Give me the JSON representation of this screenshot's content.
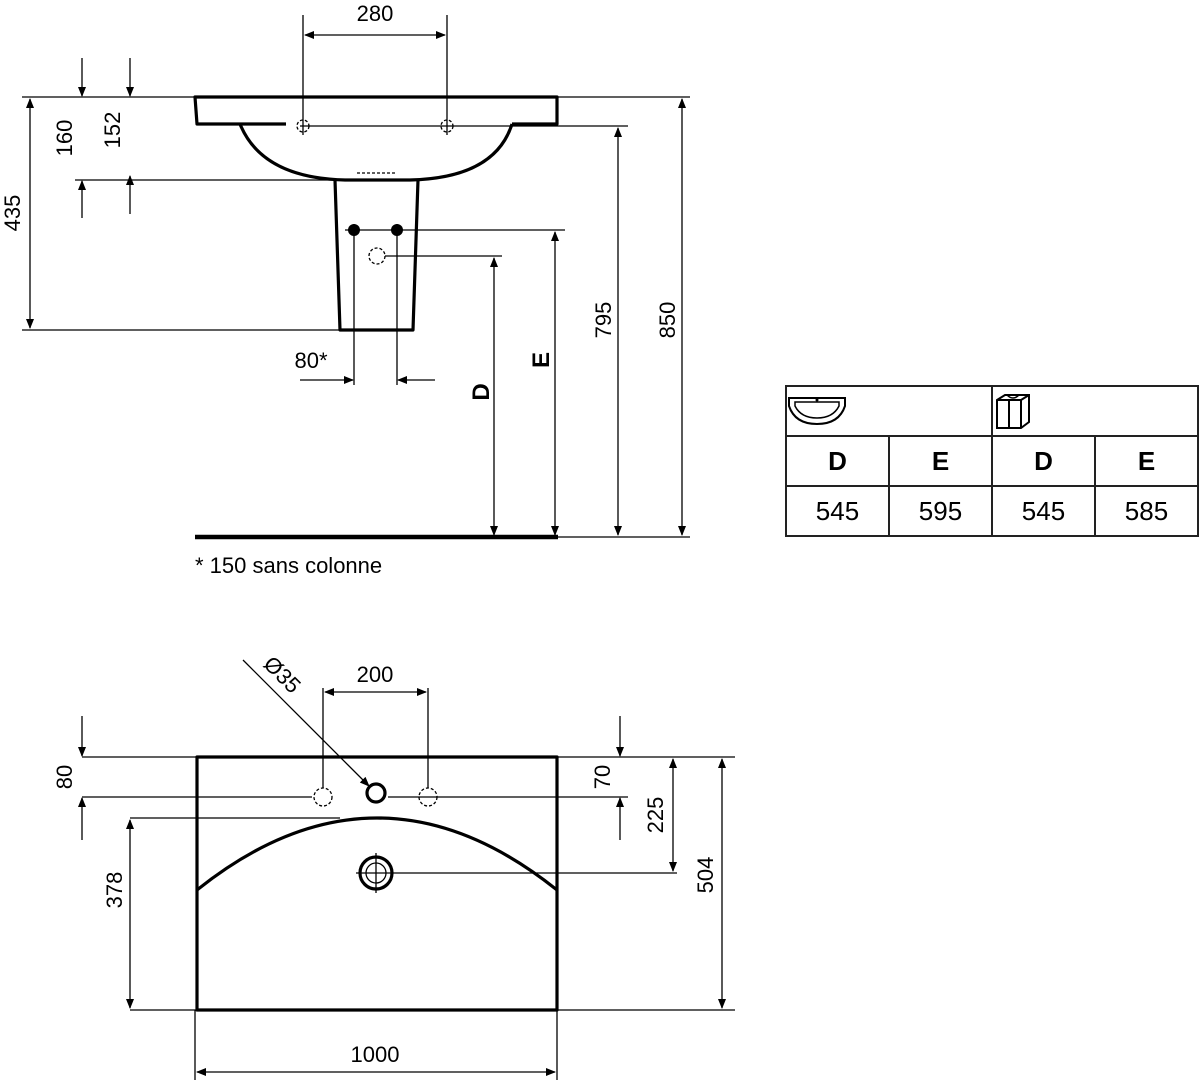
{
  "elevation_view": {
    "tap_spacing": "280",
    "dim_160": "160",
    "dim_152": "152",
    "dim_435": "435",
    "pedestal_spacing": "80*",
    "label_d": "D",
    "label_e": "E",
    "dim_795": "795",
    "dim_850": "850",
    "footnote": "* 150 sans colonne"
  },
  "plan_view": {
    "hole_diameter": "Ø35",
    "hole_spacing": "200",
    "dim_80": "80",
    "dim_70": "70",
    "dim_225": "225",
    "dim_504": "504",
    "dim_378": "378",
    "width": "1000"
  },
  "table": {
    "groups": [
      {
        "icon": "washbasin-pedestal-icon",
        "headers": [
          "D",
          "E"
        ],
        "values": [
          "545",
          "595"
        ]
      },
      {
        "icon": "vanity-unit-icon",
        "headers": [
          "D",
          "E"
        ],
        "values": [
          "545",
          "585"
        ]
      }
    ]
  }
}
